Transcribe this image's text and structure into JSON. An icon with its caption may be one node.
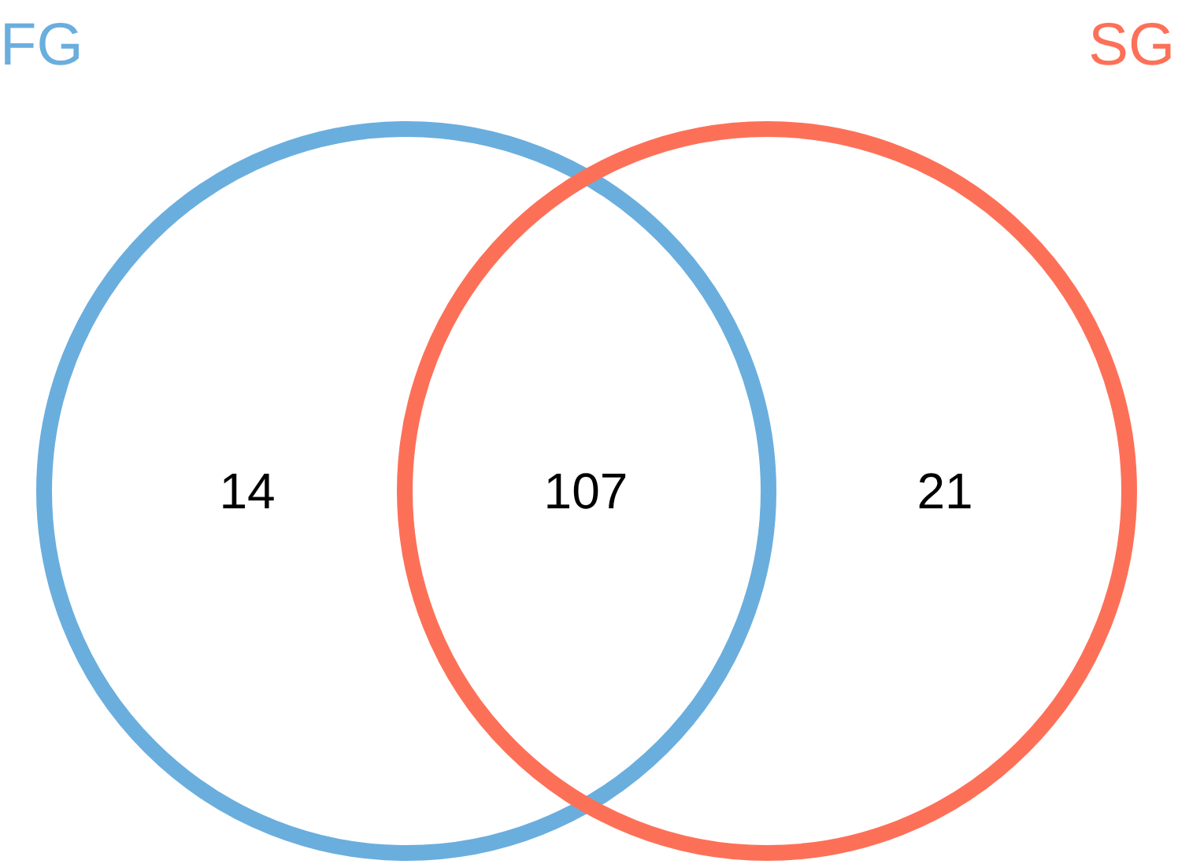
{
  "diagram": {
    "nodes": [
      {
        "text": [
          "FG",
          "14"
        ]
      },
      {
        "text": [
          "SG",
          "21"
        ]
      }
    ],
    "labels": [
      "107"
    ]
  }
}
